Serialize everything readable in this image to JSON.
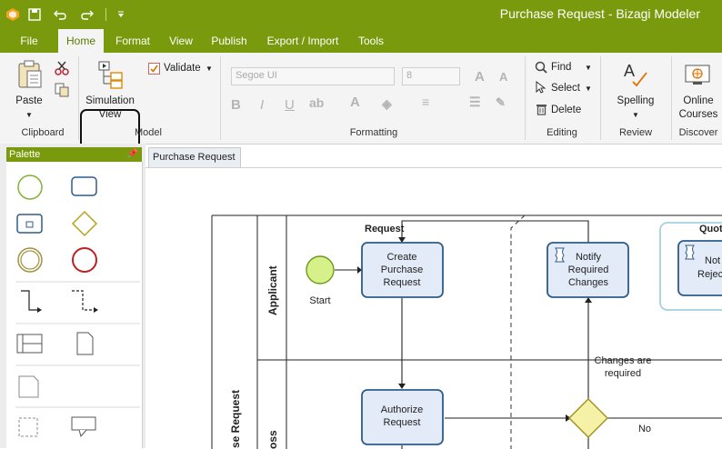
{
  "window": {
    "title": "Purchase Request - Bizagi Modeler"
  },
  "ribbon_tabs": [
    "File",
    "Home",
    "Format",
    "View",
    "Publish",
    "Export / Import",
    "Tools"
  ],
  "active_tab": "Home",
  "clipboard": {
    "paste": "Paste",
    "group": "Clipboard"
  },
  "model": {
    "simulation_line1": "Simulation",
    "simulation_line2": "View",
    "validate": "Validate",
    "group": "Model"
  },
  "formatting": {
    "font_name": "Segoe UI",
    "font_size": "8",
    "group": "Formatting"
  },
  "editing": {
    "find": "Find",
    "select": "Select",
    "delete": "Delete",
    "group": "Editing"
  },
  "review": {
    "spelling": "Spelling",
    "group": "Review"
  },
  "discover": {
    "online_line1": "Online",
    "online_line2": "Courses",
    "group": "Discover"
  },
  "palette": {
    "title": "Palette"
  },
  "document_tab": "Purchase Request",
  "diagram": {
    "pool_label": "se Request",
    "lane_applicant": "Applicant",
    "lane_second": "oss",
    "request_label": "Request",
    "quote_label": "Quot",
    "start_label": "Start",
    "create_task": [
      "Create",
      "Purchase",
      "Request"
    ],
    "authorize_task": [
      "Authorize",
      "Request"
    ],
    "notify_task": [
      "Notify",
      "Required",
      "Changes"
    ],
    "reject_task": [
      "Not",
      "Rejec"
    ],
    "changes_label": [
      "Changes are",
      "required"
    ],
    "no_label": "No"
  },
  "colors": {
    "accent": "#7a9a0e",
    "task_fill": "#e3ebf8",
    "task_stroke": "#2e5b8a",
    "start_fill": "#d6f08a",
    "gateway_fill": "#f5f2a8"
  }
}
